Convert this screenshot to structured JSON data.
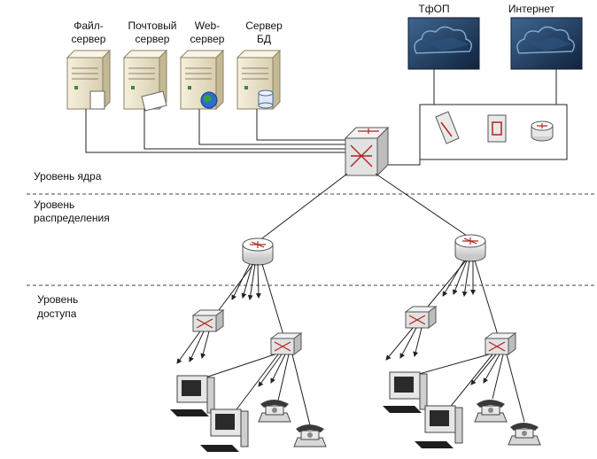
{
  "servers": [
    {
      "line1": "Файл-",
      "line2": "сервер"
    },
    {
      "line1": "Почтовый",
      "line2": "сервер"
    },
    {
      "line1": "Web-",
      "line2": "сервер"
    },
    {
      "line1": "Сервер",
      "line2": "БД"
    }
  ],
  "clouds": [
    {
      "label": "ТфОП"
    },
    {
      "label": "Интернет"
    }
  ],
  "levels": {
    "core": "Уровень ядра",
    "distribution_line1": "Уровень",
    "distribution_line2": "распределения",
    "access_line1": "Уровень",
    "access_line2": "доступа"
  },
  "colors": {
    "cloud": "#1d3c63",
    "server_body": "#efe8d2",
    "device_arrow": "#b0241c",
    "router_body": "#e6e6e6"
  }
}
